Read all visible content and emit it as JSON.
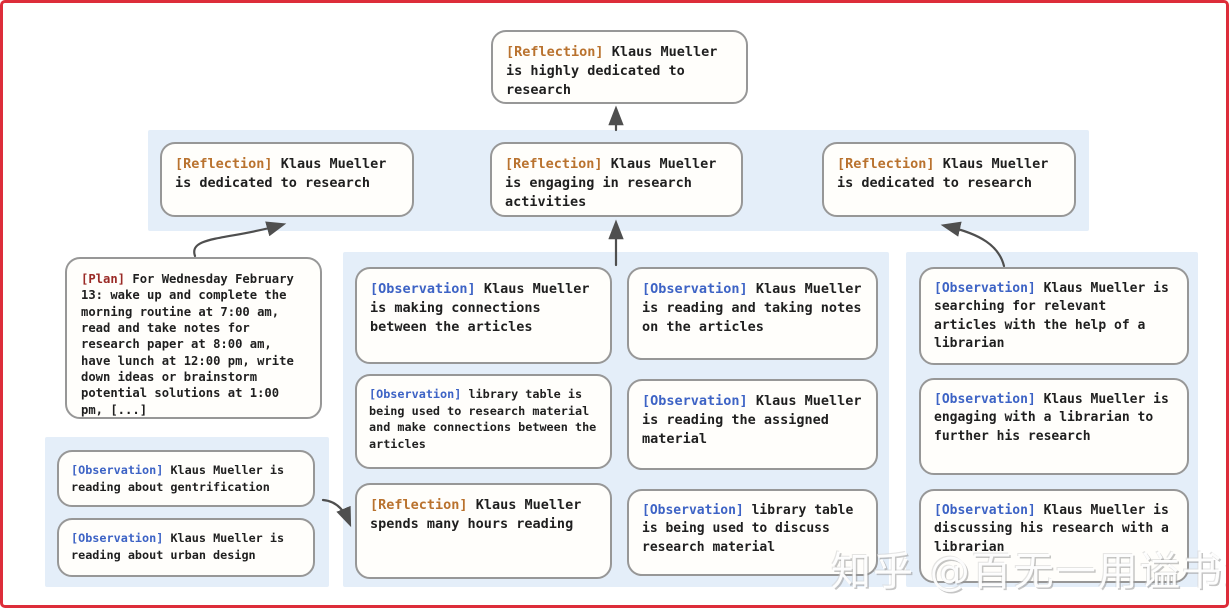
{
  "colors": {
    "frame_red": "#dd2d3a",
    "panel_blue": "#e4eef9",
    "box_border_gray": "#979797",
    "reflection_tag": "#b9722e",
    "observation_tag": "#3d63c5",
    "plan_tag": "#9a2a26",
    "body_text": "#1f1f1f",
    "arrow_gray": "#4f4f4f"
  },
  "root": {
    "tag": "[Reflection]",
    "text": "Klaus Mueller is highly dedicated to research"
  },
  "reflection_row": [
    {
      "tag": "[Reflection]",
      "text": "Klaus Mueller is dedicated to research"
    },
    {
      "tag": "[Reflection]",
      "text": "Klaus Mueller is engaging in research activities"
    },
    {
      "tag": "[Reflection]",
      "text": "Klaus Mueller is dedicated to research"
    }
  ],
  "plan": {
    "tag": "[Plan]",
    "text": "For Wednesday February 13: wake up and complete the morning routine at 7:00 am, read and take notes for research paper at 8:00 am, have lunch at 12:00 pm, write down ideas or brainstorm potential solutions at 1:00 pm, [...]"
  },
  "left_panel": [
    {
      "tag": "[Observation]",
      "text": "Klaus Mueller is reading about gentrification"
    },
    {
      "tag": "[Observation]",
      "text": "Klaus Mueller is reading about urban design"
    }
  ],
  "middle_panel_col1": [
    {
      "tag": "[Observation]",
      "text": "Klaus Mueller is making connections between the articles"
    },
    {
      "tag": "[Observation]",
      "text": "library table is being used to research material and make connections between the articles"
    },
    {
      "tag": "[Reflection]",
      "text": "Klaus Mueller spends many hours reading"
    }
  ],
  "middle_panel_col2": [
    {
      "tag": "[Observation]",
      "text": "Klaus Mueller is reading and taking notes on the articles"
    },
    {
      "tag": "[Observation]",
      "text": "Klaus Mueller is reading the assigned material"
    },
    {
      "tag": "[Observation]",
      "text": "library table is being used to discuss research material"
    }
  ],
  "right_panel": [
    {
      "tag": "[Observation]",
      "text": "Klaus Mueller is searching for relevant articles with the help of a librarian"
    },
    {
      "tag": "[Observation]",
      "text": "Klaus Mueller is engaging with a librarian to further his research"
    },
    {
      "tag": "[Observation]",
      "text": "Klaus Mueller is discussing his research with a librarian"
    }
  ],
  "watermark": {
    "text": "知乎 @百无一用谥书生"
  }
}
